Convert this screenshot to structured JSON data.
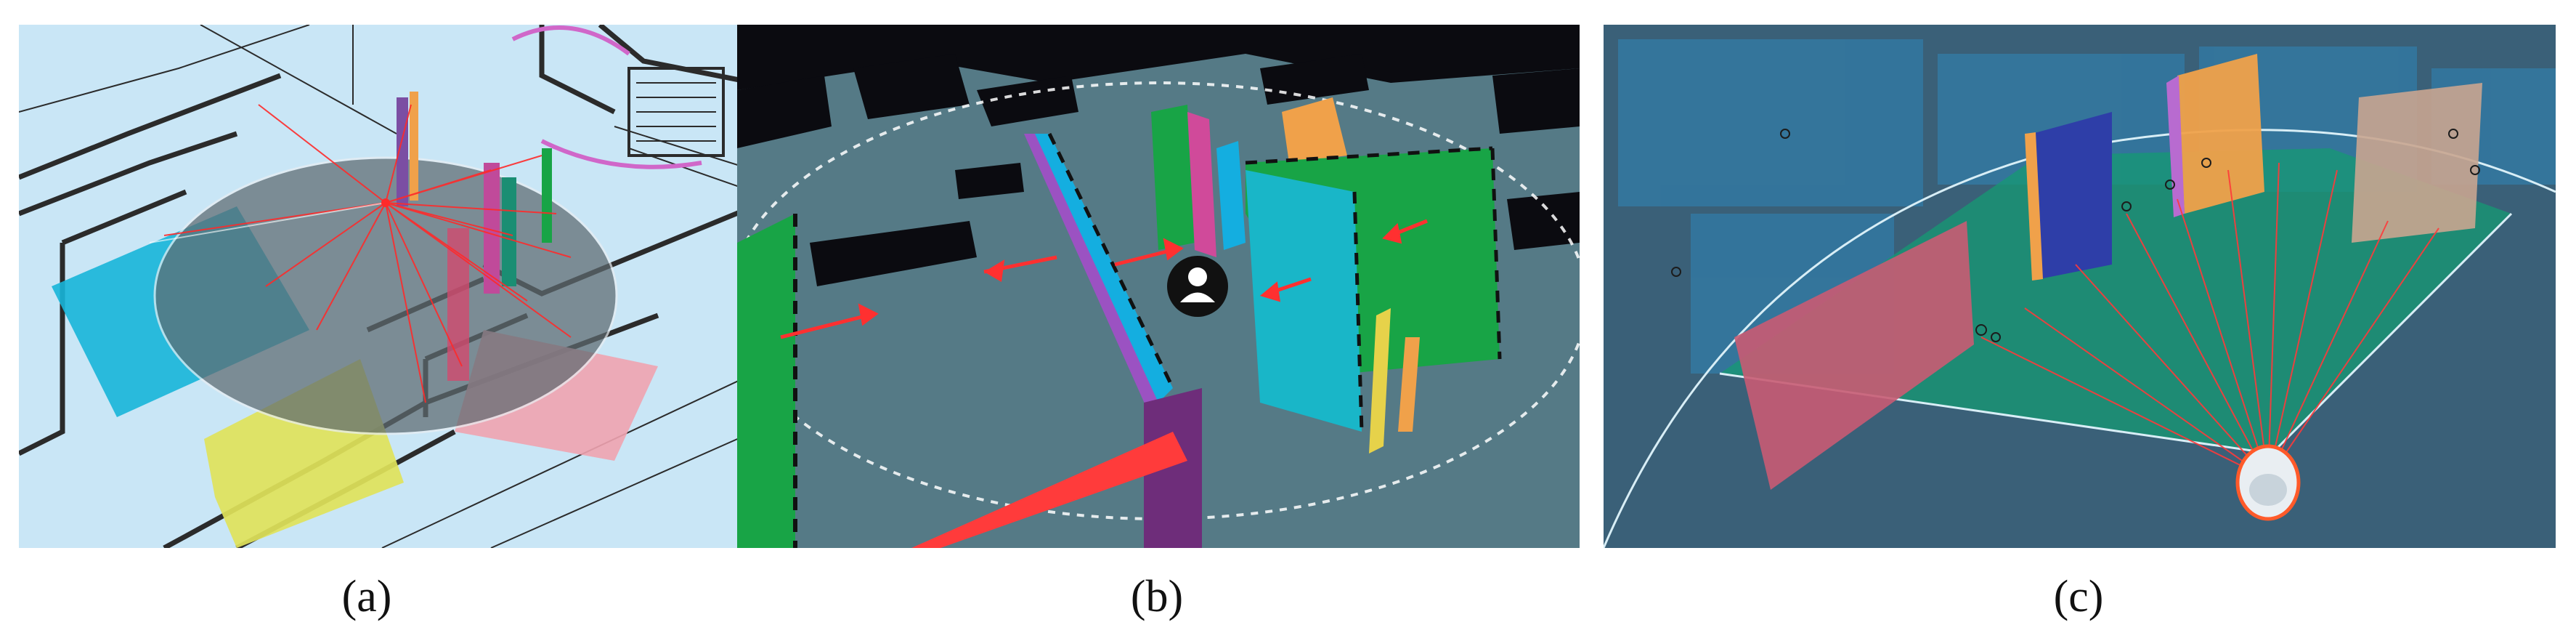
{
  "figure": {
    "panels": [
      {
        "id": "a",
        "caption": "(a)"
      },
      {
        "id": "b",
        "caption": "(b)"
      },
      {
        "id": "c",
        "caption": "(c)"
      }
    ]
  },
  "colors": {
    "floorplan_bg": "#c9e6f6",
    "plan_lines": "#2b2b2b",
    "sensor_disc": "#5e6a70",
    "ray": "#ff2a2a",
    "plane_cyan": "#17b5d9",
    "plane_yellow": "#dfe35a",
    "plane_pink": "#f0a3b0",
    "scene_floor": "#557a86",
    "scene_wall": "#0b0b10",
    "plane_green": "#18a446",
    "plane_blue": "#14aee0",
    "plane_orange": "#f0a14a",
    "plane_purple": "#6e2d7a",
    "fov_green": "#159a73",
    "plane_navy": "#2e3ea8",
    "plane_red": "#c95b73",
    "plane_tan": "#c9a590"
  },
  "icons": {
    "user": "user-icon",
    "sensor": "sensor-icon"
  }
}
